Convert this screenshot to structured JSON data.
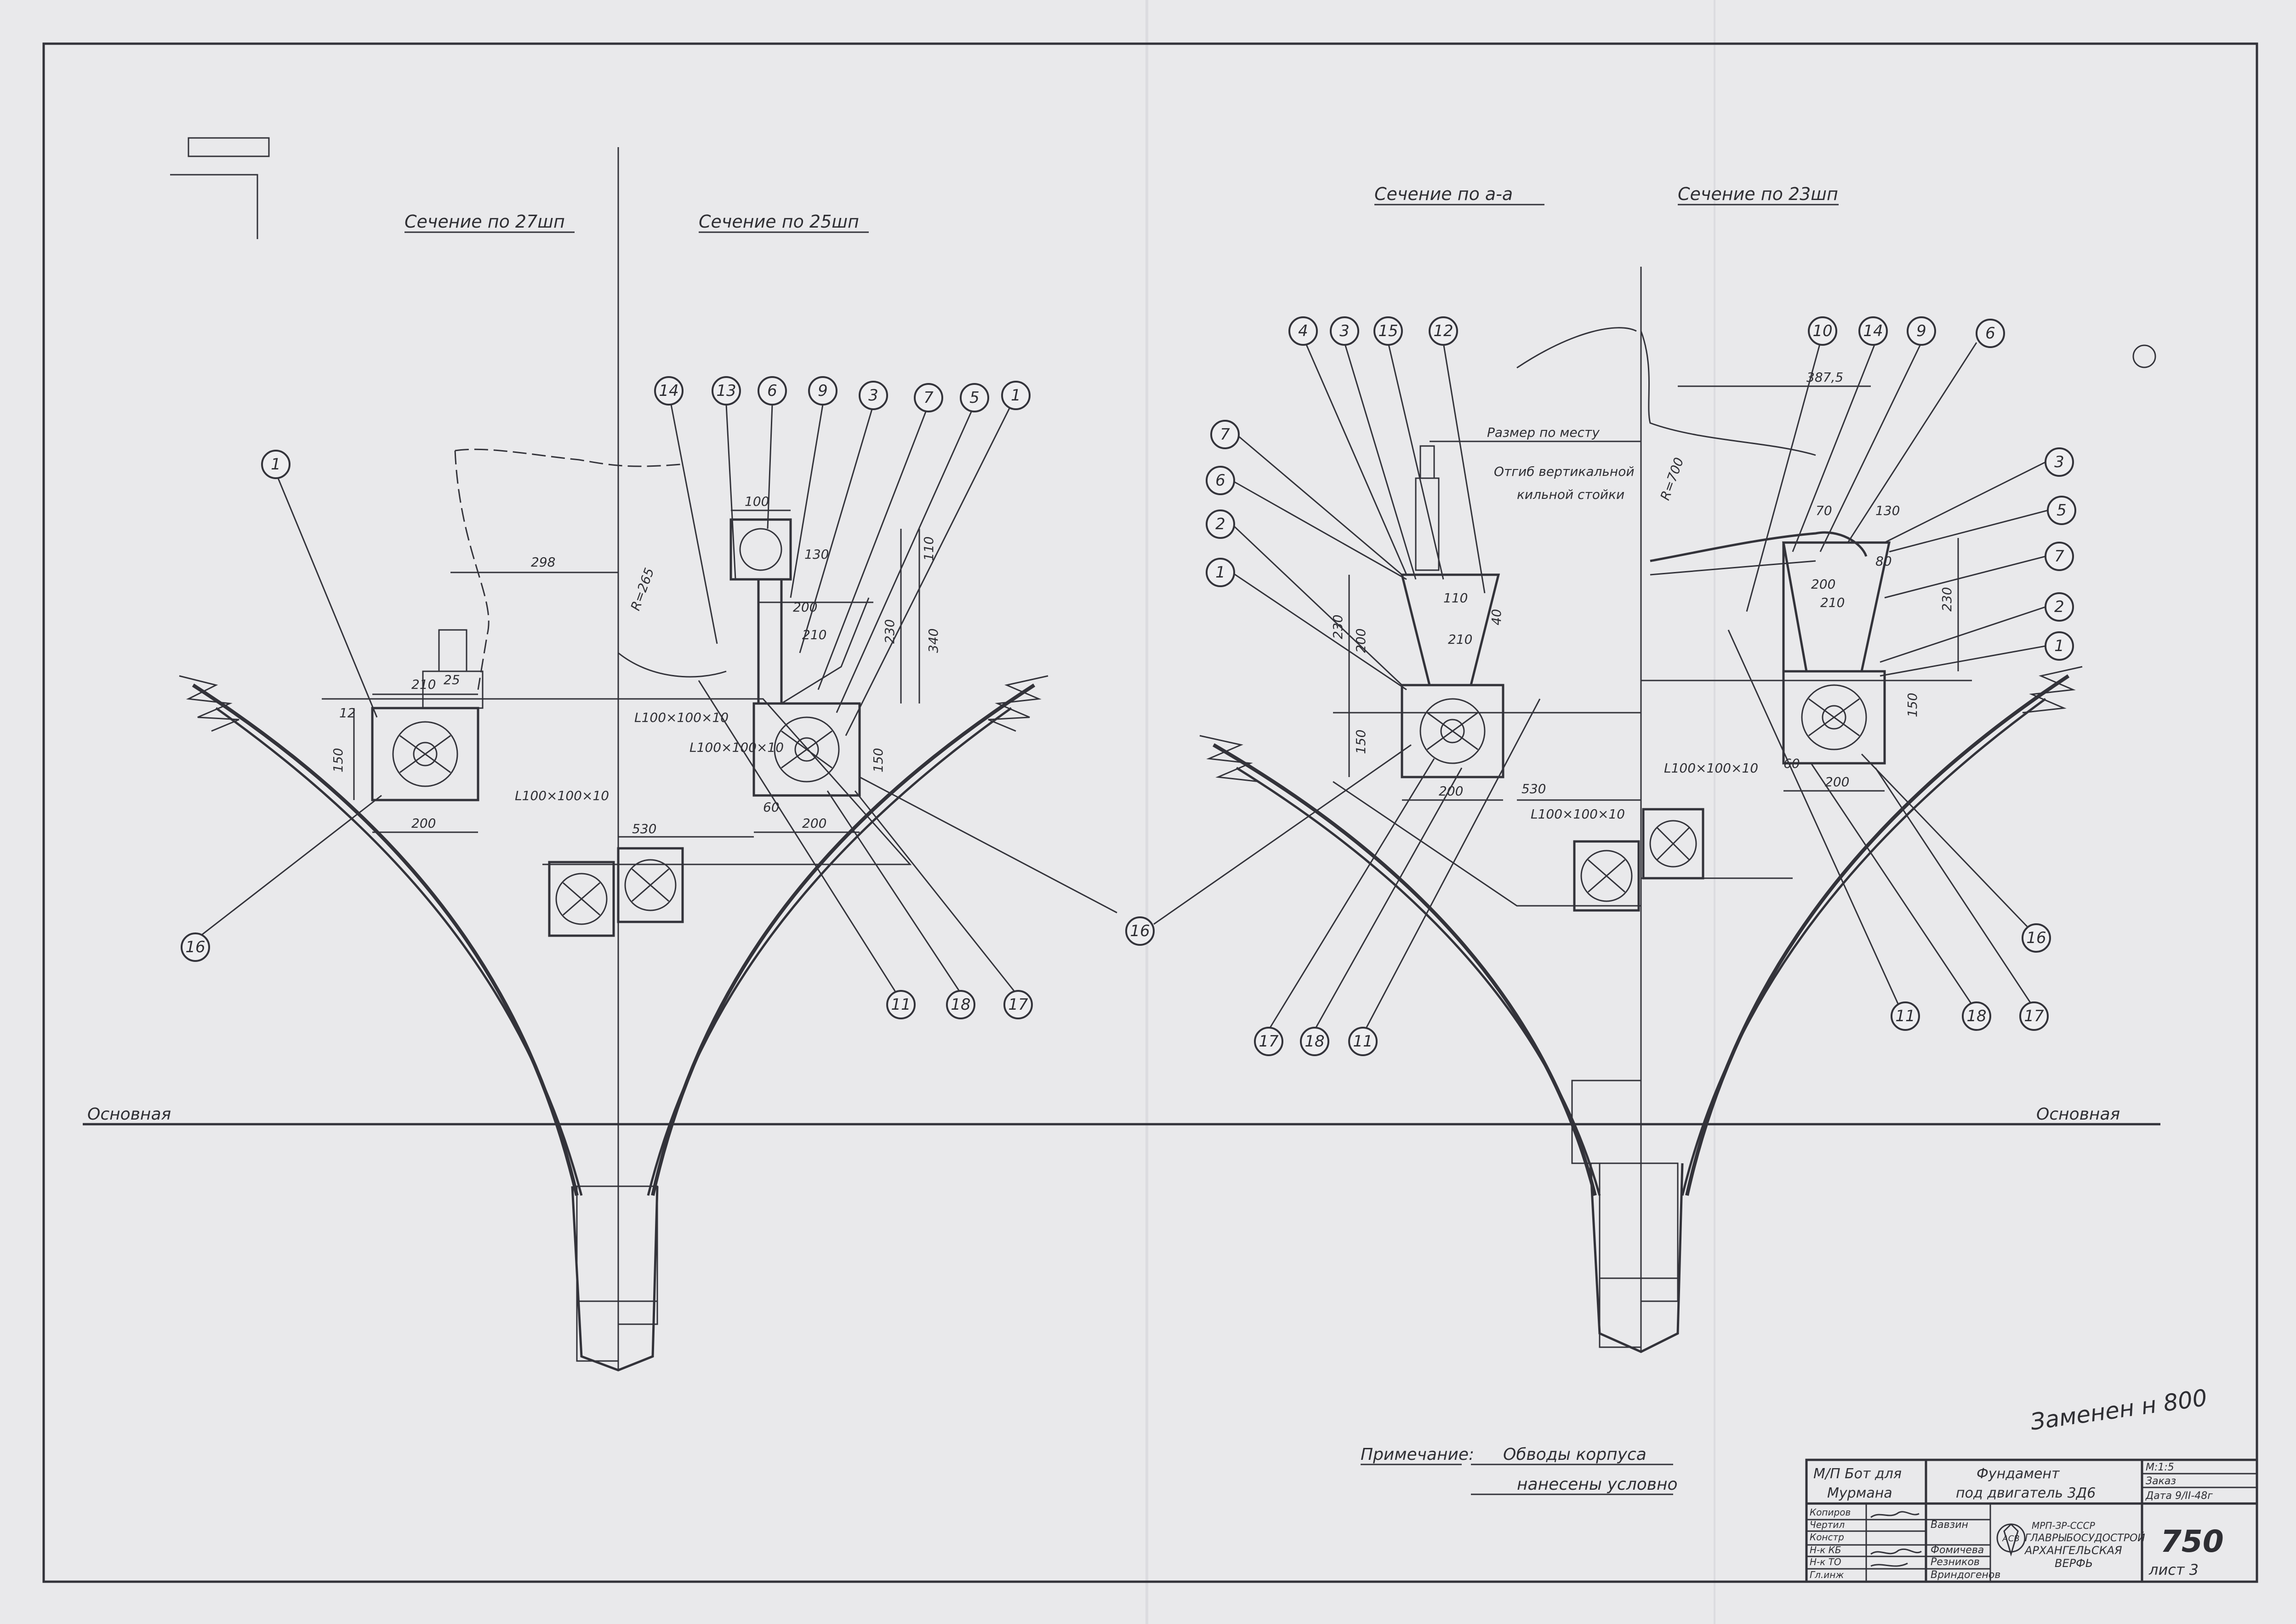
{
  "sections": {
    "sec27": "Сечение по 27шп",
    "sec25": "Сечение по 25шп",
    "secAA": "Сечение по а-а",
    "sec23": "Сечение по 23шп"
  },
  "labels": {
    "baseline_left": "Основная",
    "baseline_right": "Основная",
    "size_in_place": "Размер по месту",
    "offset_note_1": "Отгиб вертикальной",
    "offset_note_2": "кильной стойки",
    "replaced_note": "Заменен н 800"
  },
  "note": {
    "title": "Примечание:",
    "line1": "Обводы корпуса",
    "line2": "нанесены условно"
  },
  "dimensions": {
    "d298": "298",
    "d210a": "210",
    "d25": "25",
    "d150a": "150",
    "d200a": "200",
    "d12": "12",
    "angle_a": "L100×100×10",
    "angle_b": "L100×100×10",
    "angle_c": "L100×100×10",
    "angle_d": "L100×100×10",
    "angle_e": "L100×100×10",
    "d100": "100",
    "d130a": "130",
    "d200b": "200",
    "d210b": "210",
    "d230a": "230",
    "d340": "340",
    "d110a": "110",
    "d530a": "530",
    "d60a": "60",
    "d200c": "200",
    "d150b": "150",
    "r265": "R=265",
    "d4000": "40",
    "d230b": "230",
    "d200d": "200",
    "d150c": "150",
    "d110b": "110",
    "d210c": "210",
    "d200e": "200",
    "d530b": "530",
    "d387": "387,5",
    "r700": "R=700",
    "d70": "70",
    "d130b": "130",
    "d80": "80",
    "d200f": "200",
    "d210d": "210",
    "d230c": "230",
    "d150d": "150",
    "d60b": "60",
    "d200g": "200"
  },
  "callouts": {
    "s25": [
      "14",
      "13",
      "6",
      "9",
      "3",
      "7",
      "5",
      "1"
    ],
    "left": [
      "1",
      "16"
    ],
    "left_bottom": [
      "11",
      "18",
      "17"
    ],
    "aa_top": [
      "4",
      "3",
      "15",
      "12"
    ],
    "aa_side": [
      "7",
      "6",
      "2",
      "1"
    ],
    "mid": "16",
    "aa_bottom": [
      "17",
      "18",
      "11"
    ],
    "s23_top": [
      "10",
      "14",
      "9",
      "6"
    ],
    "s23_side": [
      "3",
      "5",
      "7",
      "2",
      "1"
    ],
    "s23_bottom": [
      "16",
      "11",
      "18",
      "17"
    ]
  },
  "title_block": {
    "project_line1": "М/П Бот для",
    "project_line2": "Мурмана",
    "drawing_title1": "Фундамент",
    "drawing_title2": "под двигатель 3Д6",
    "scale": "М:1:5",
    "order": "Заказ",
    "date": "Дата 9/II-48г",
    "roles": [
      "Копиров",
      "Чертил",
      "Констр",
      "Н-к КБ",
      "Н-к ТО",
      "Гл.инж"
    ],
    "names": [
      "Вавзин",
      "Фомичева",
      "Резников",
      "Вриндогенов"
    ],
    "org1": "МРП-ЗР-СССР",
    "org2": "ГЛАВРЫБОСУДОСТРОЙ",
    "org3": "АРХАНГЕЛЬСКАЯ",
    "org4": "ВЕРФЬ",
    "logo": "АСВ",
    "number": "750",
    "sheet": "лист 3"
  }
}
